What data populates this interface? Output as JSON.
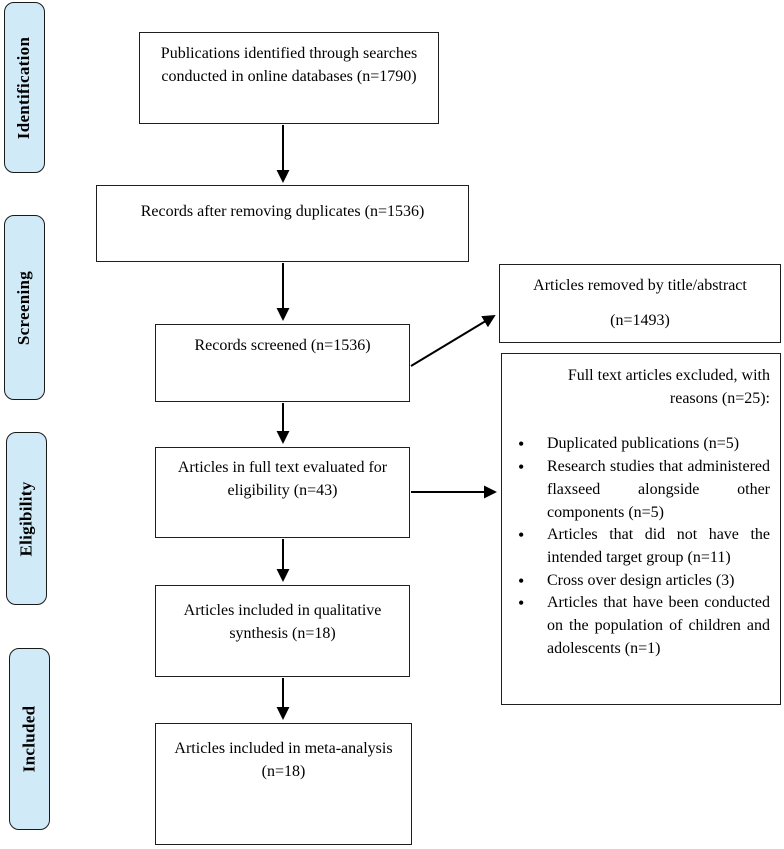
{
  "palette": {
    "stage_fill": "#d0eaf8",
    "border": "#1f1f1f",
    "background": "#ffffff"
  },
  "stages": [
    {
      "label": "Identification"
    },
    {
      "label": "Screening"
    },
    {
      "label": "Eligibility"
    },
    {
      "label": "Included"
    }
  ],
  "flow": {
    "identified": "Publications identified through searches conducted in online databases (n=1790)",
    "deduplicated": "Records after removing duplicates (n=1536)",
    "screened": "Records screened (n=1536)",
    "fulltext_evaluated": "Articles in full text evaluated for eligibility (n=43)",
    "qualitative": "Articles included in qualitative synthesis (n=18)",
    "meta_analysis": "Articles included in meta-analysis (n=18)"
  },
  "exclusions": {
    "title_abstract": {
      "line1": "Articles removed by title/abstract",
      "line2": "(n=1493)"
    },
    "fulltext": {
      "heading": "Full text articles excluded, with reasons (n=25):",
      "items": [
        "Duplicated publications (n=5)",
        "Research studies that administered flaxseed alongside other components (n=5)",
        "Articles that did not have the intended target group (n=11)",
        "Cross over design articles (3)",
        "Articles that have been conducted on the population of children and adolescents (n=1)"
      ]
    }
  }
}
